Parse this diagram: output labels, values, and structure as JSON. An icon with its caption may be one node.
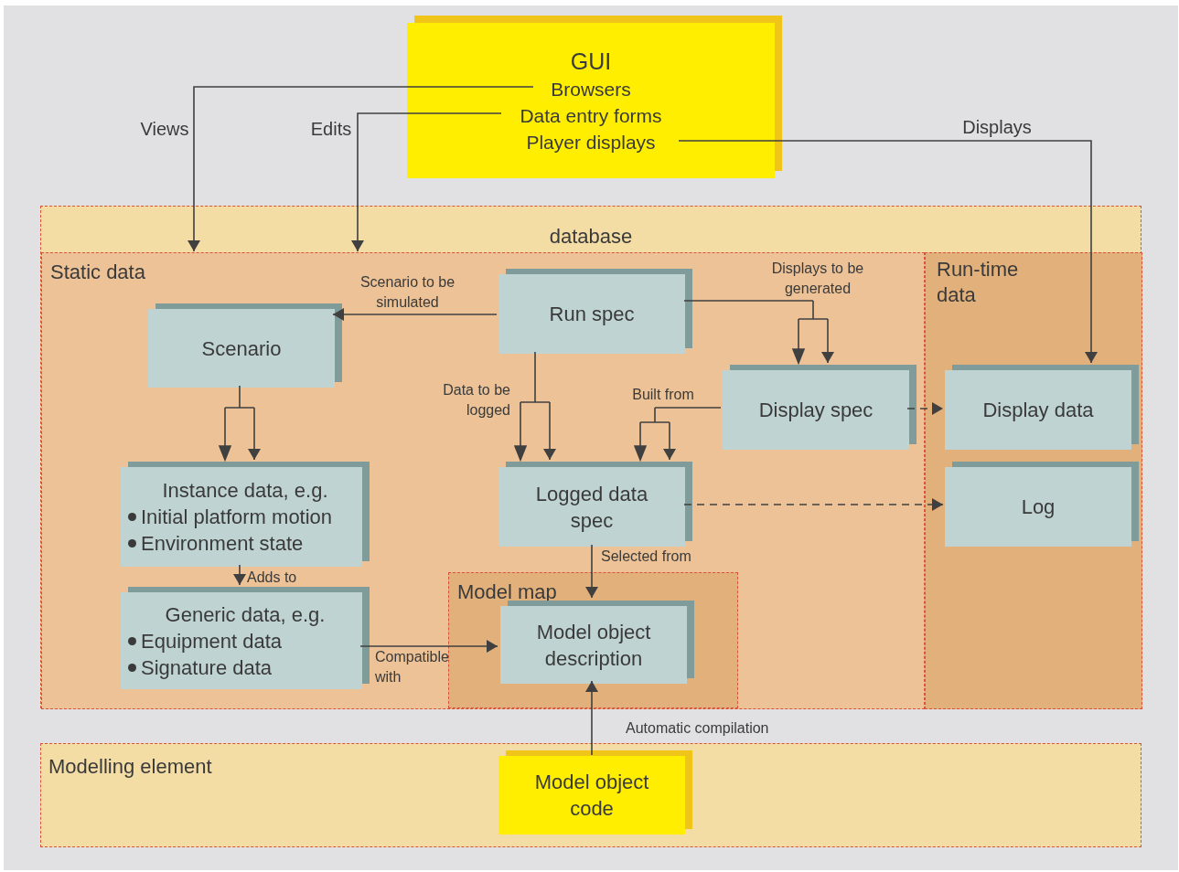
{
  "diagram": {
    "nodes": [
      {
        "text": [
          "GUI",
          "Browsers",
          "Data entry forms",
          "Player displays"
        ]
      },
      {
        "text": [
          "database"
        ]
      },
      {
        "text": [
          "Static data"
        ],
        "in": 1
      },
      {
        "text": [
          "Run spec"
        ],
        "in": 2
      },
      {
        "text": [
          "Scenario"
        ],
        "in": 2
      },
      {
        "text": [
          "Display spec"
        ],
        "in": 2
      },
      {
        "text": [
          "Instance data, e.g.",
          "Initial platform motion",
          "Environment state"
        ],
        "in": 2
      },
      {
        "text": [
          "Logged data spec"
        ],
        "in": 2
      },
      {
        "text": [
          "Generic data, e.g.",
          "Equipment data",
          "Signature data"
        ],
        "in": 2
      },
      {
        "text": [
          "Model map"
        ],
        "in": 2
      },
      {
        "text": [
          "Model object description"
        ],
        "in": 9
      },
      {
        "text": [
          "Run-time data"
        ],
        "in": 1
      },
      {
        "text": [
          "Display data"
        ],
        "in": 11
      },
      {
        "text": [
          "Log"
        ],
        "in": 11
      },
      {
        "text": [
          "Modelling element"
        ]
      },
      {
        "text": [
          "Model object code"
        ],
        "in": 14
      }
    ],
    "edges": [
      {
        "from": 0,
        "to": 2,
        "arrow": "to",
        "label": "Views"
      },
      {
        "from": 0,
        "to": 2,
        "arrow": "to",
        "label": "Edits"
      },
      {
        "from": 0,
        "to": 12,
        "arrow": "to",
        "label": "Displays"
      },
      {
        "from": 3,
        "to": 4,
        "arrow": "to",
        "label": "Scenario to be simulated"
      },
      {
        "from": 3,
        "to": 5,
        "arrow": "to",
        "label": "Displays to be generated"
      },
      {
        "from": 3,
        "to": 7,
        "arrow": "to",
        "label": "Data to be logged"
      },
      {
        "from": 5,
        "to": 7,
        "arrow": "to",
        "label": "Built from"
      },
      {
        "from": 5,
        "to": 12,
        "arrow": "to",
        "style": "dashed"
      },
      {
        "from": 4,
        "to": 6,
        "arrow": "to"
      },
      {
        "from": 6,
        "to": 8,
        "arrow": "to",
        "label": "Adds to"
      },
      {
        "from": 8,
        "to": 10,
        "arrow": "to",
        "label": "Compatible with"
      },
      {
        "from": 7,
        "to": 10,
        "arrow": "to",
        "label": "Selected from"
      },
      {
        "from": 7,
        "to": 13,
        "arrow": "to",
        "style": "dashed"
      },
      {
        "from": 15,
        "to": 10,
        "arrow": "to",
        "label": "Automatic compilation"
      }
    ]
  }
}
